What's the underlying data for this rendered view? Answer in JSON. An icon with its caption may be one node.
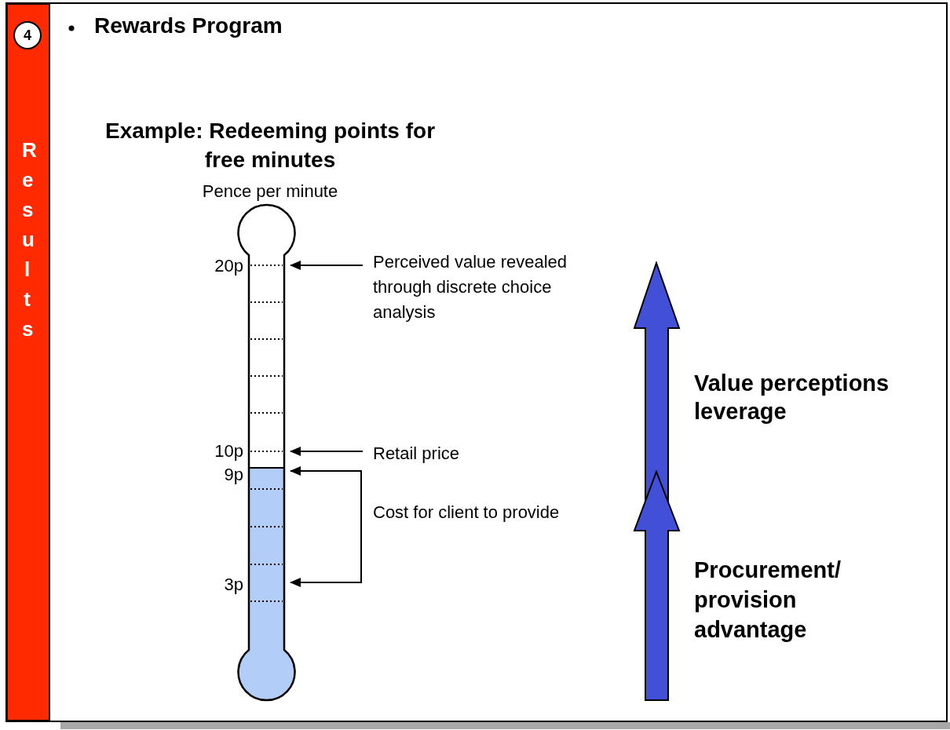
{
  "diagram": {
    "title": "Rewards Program",
    "nodes": [
      {
        "text": [
          "4"
        ]
      },
      {
        "text": [
          "Perceived value revealed through discrete choice analysis"
        ]
      },
      {
        "text": [
          "Retail price"
        ]
      },
      {
        "text": [
          "Cost for client to provide"
        ]
      }
    ],
    "edges": [
      {
        "from": 1,
        "to": null,
        "arrow": "to"
      },
      {
        "from": 2,
        "to": null,
        "arrow": "to"
      },
      {
        "from": 3,
        "to": null,
        "arrow": "to"
      },
      {
        "from": 3,
        "to": null,
        "arrow": "to"
      }
    ],
    "labels": [
      "Results",
      "Example: Redeeming points for free minutes",
      "Pence per minute",
      "20p",
      "10p",
      "9p",
      "3p",
      "Value perceptions leverage",
      "Procurement/ provision advantage"
    ]
  }
}
